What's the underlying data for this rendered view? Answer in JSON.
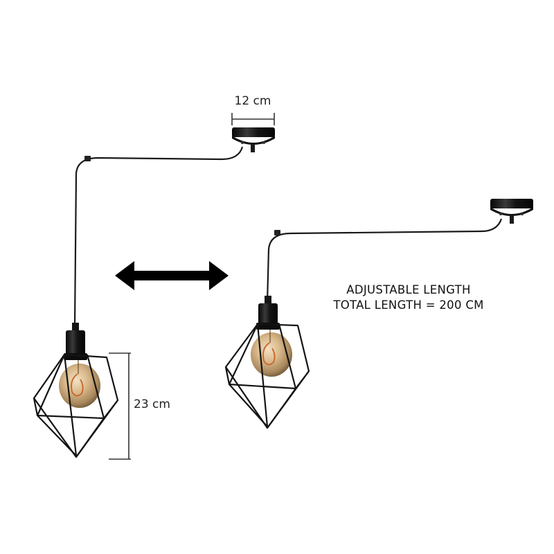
{
  "dimensions": {
    "canopy_width": "12 cm",
    "shade_height": "23 cm"
  },
  "info": {
    "line1": "ADJUSTABLE LENGTH",
    "line2": "TOTAL LENGTH = 200 CM"
  },
  "colors": {
    "metal": "#141414",
    "cable": "#1a1a1a",
    "bulb_glass": "#c9a87a",
    "filament": "#c8642a"
  },
  "icons": {
    "adjust_arrow": "double-headed-arrow-icon"
  }
}
